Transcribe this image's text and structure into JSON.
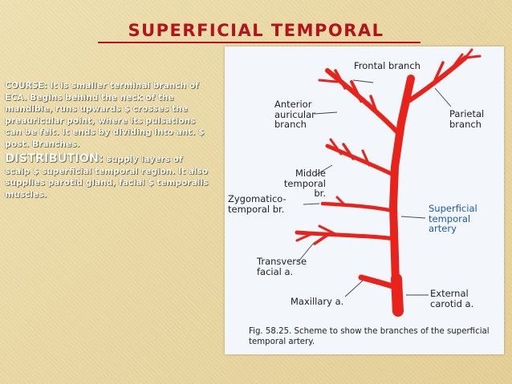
{
  "slide": {
    "title": "SUPERFICIAL TEMPORAL",
    "course_text": "COURSE: It is smaller terminal branch of ECA. Begins behind the neck of the mandible, runs upwards $ crosses the preauricular point, where its pulsations can be felt. It ends by dividing into ant. $ post. Branches.",
    "distribution_heading": "DISTRIBUTION:",
    "distribution_text": "supply layers of scalp $ superficial temporal region. It also supplies parotid gland, facial $ temporalis muscles."
  },
  "diagram": {
    "labels": {
      "frontal": "Frontal branch",
      "anterior_auricular": "Anterior auricular branch",
      "parietal": "Parietal branch",
      "middle_temporal": "Middle temporal br.",
      "zygomatico_temporal": "Zygomatico- temporal br.",
      "superficial_temporal": "Superficial temporal artery",
      "transverse_facial": "Transverse facial a.",
      "maxillary": "Maxillary a.",
      "external_carotid": "External carotid a."
    },
    "caption": "Fig. 58.25. Scheme to show the branches of the superficial temporal artery.",
    "colors": {
      "artery": "#e8231c",
      "label_blue": "#1a58b8",
      "title_red": "#b5121b"
    }
  }
}
